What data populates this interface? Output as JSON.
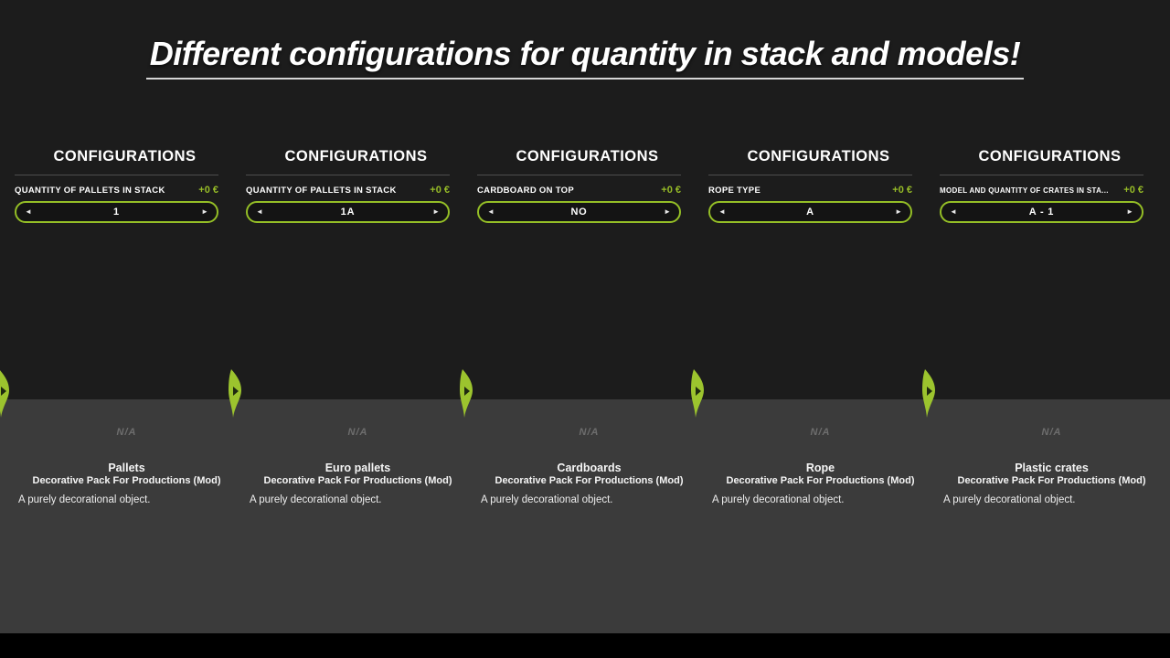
{
  "title": "Different configurations for quantity in stack and models!",
  "colors": {
    "background": "#1c1c1c",
    "panel": "#3b3b3b",
    "accent_green": "#94be26"
  },
  "selector_icons": {
    "prev": "◄",
    "next": "►"
  },
  "columns": [
    {
      "header": "CONFIGURATIONS",
      "option_label": "QUANTITY OF PALLETS IN STACK",
      "price": "+0 €",
      "value": "1",
      "na": "N/A",
      "item_name": "Pallets",
      "item_pack": "Decorative Pack For Productions (Mod)",
      "item_desc": "A purely decorational object."
    },
    {
      "header": "CONFIGURATIONS",
      "option_label": "QUANTITY OF PALLETS IN STACK",
      "price": "+0 €",
      "value": "1A",
      "na": "N/A",
      "item_name": "Euro pallets",
      "item_pack": "Decorative Pack For Productions (Mod)",
      "item_desc": "A purely decorational object."
    },
    {
      "header": "CONFIGURATIONS",
      "option_label": "CARDBOARD ON TOP",
      "price": "+0 €",
      "value": "NO",
      "na": "N/A",
      "item_name": "Cardboards",
      "item_pack": "Decorative Pack For Productions (Mod)",
      "item_desc": "A purely decorational object."
    },
    {
      "header": "CONFIGURATIONS",
      "option_label": "ROPE TYPE",
      "price": "+0 €",
      "value": "A",
      "na": "N/A",
      "item_name": "Rope",
      "item_pack": "Decorative Pack For Productions (Mod)",
      "item_desc": "A purely decorational object."
    },
    {
      "header": "CONFIGURATIONS",
      "option_label": "MODEL AND QUANTITY OF CRATES IN STA...",
      "price": "+0 €",
      "value": "A - 1",
      "na": "N/A",
      "item_name": "Plastic crates",
      "item_pack": "Decorative Pack For Productions (Mod)",
      "item_desc": "A purely decorational object."
    }
  ]
}
